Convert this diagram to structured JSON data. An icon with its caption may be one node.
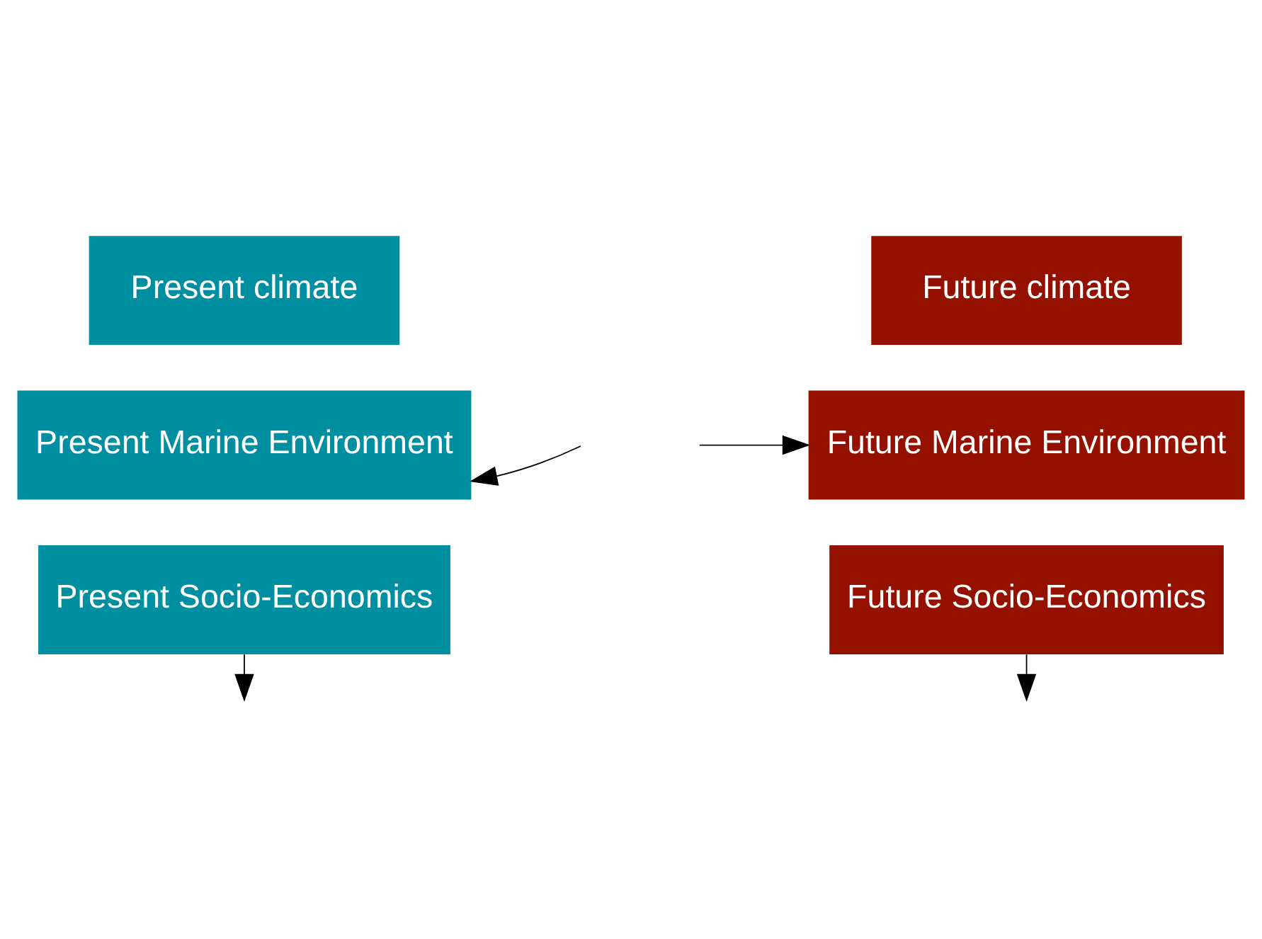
{
  "diagram": {
    "nodes": [
      {
        "text": [
          "Present climate"
        ]
      },
      {
        "text": [
          "Future climate"
        ]
      },
      {
        "text": [
          "Present Marine Environment"
        ]
      },
      {
        "text": [
          "Future Marine Environment"
        ]
      },
      {
        "text": [
          "Present Socio-Economics"
        ]
      },
      {
        "text": [
          "Future Socio-Economics"
        ]
      }
    ],
    "edges": [
      {
        "from": null,
        "to": 2,
        "arrow": "to"
      },
      {
        "from": null,
        "to": 3,
        "arrow": "to"
      },
      {
        "from": 4,
        "to": null,
        "arrow": "to"
      },
      {
        "from": 5,
        "to": null,
        "arrow": "to"
      }
    ]
  }
}
